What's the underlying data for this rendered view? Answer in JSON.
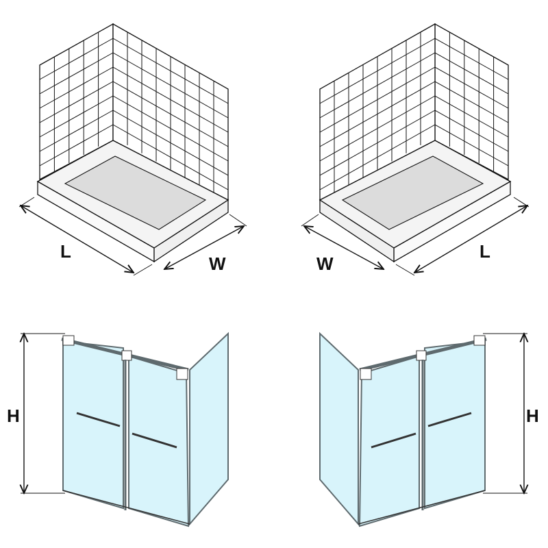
{
  "top_left": {
    "length_label": "L",
    "width_label": "W"
  },
  "top_right": {
    "length_label": "L",
    "width_label": "W"
  },
  "bottom_left": {
    "height_label": "H"
  },
  "bottom_right": {
    "height_label": "H"
  },
  "colors": {
    "line": "#111111",
    "floor": "#dcdcdc",
    "tray": "#f2f2f2",
    "glass": "#d8f4fb",
    "frame": "#6f7c80"
  }
}
